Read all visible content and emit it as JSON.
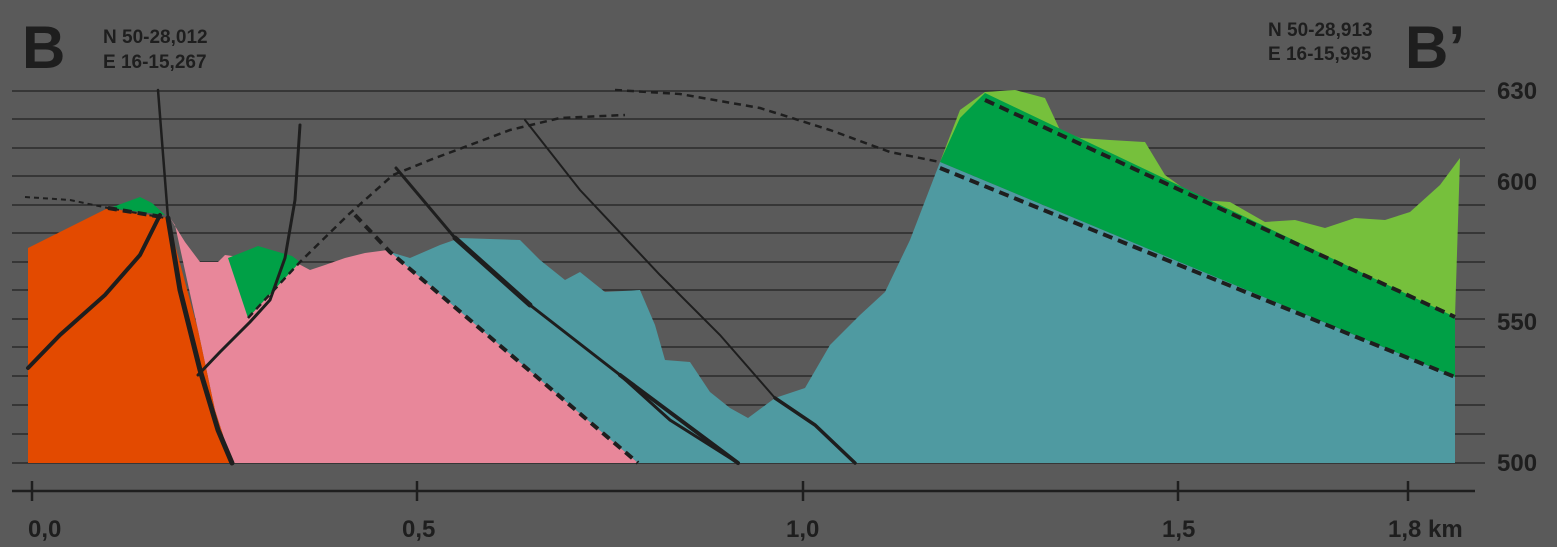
{
  "start_point": {
    "letter": "B",
    "lat": "N 50-28,012",
    "lon": "E 16-15,267"
  },
  "end_point": {
    "letter": "B’",
    "lat": "N 50-28,913",
    "lon": "E 16-15,995"
  },
  "x_axis": {
    "ticks": [
      "0,0",
      "0,5",
      "1,0",
      "1,5",
      "1,8 km"
    ]
  },
  "y_axis": {
    "ticks": [
      "630",
      "600",
      "550",
      "500"
    ]
  },
  "colors": {
    "background": "#5a5a5a",
    "gridlines": "#222222",
    "orange_unit": "#e34a00",
    "pink_unit": "#e8879a",
    "teal_unit": "#4f9aa1",
    "dark_green_unit": "#00a046",
    "light_green_unit": "#76c03c",
    "lines": "#1e1e1e"
  }
}
